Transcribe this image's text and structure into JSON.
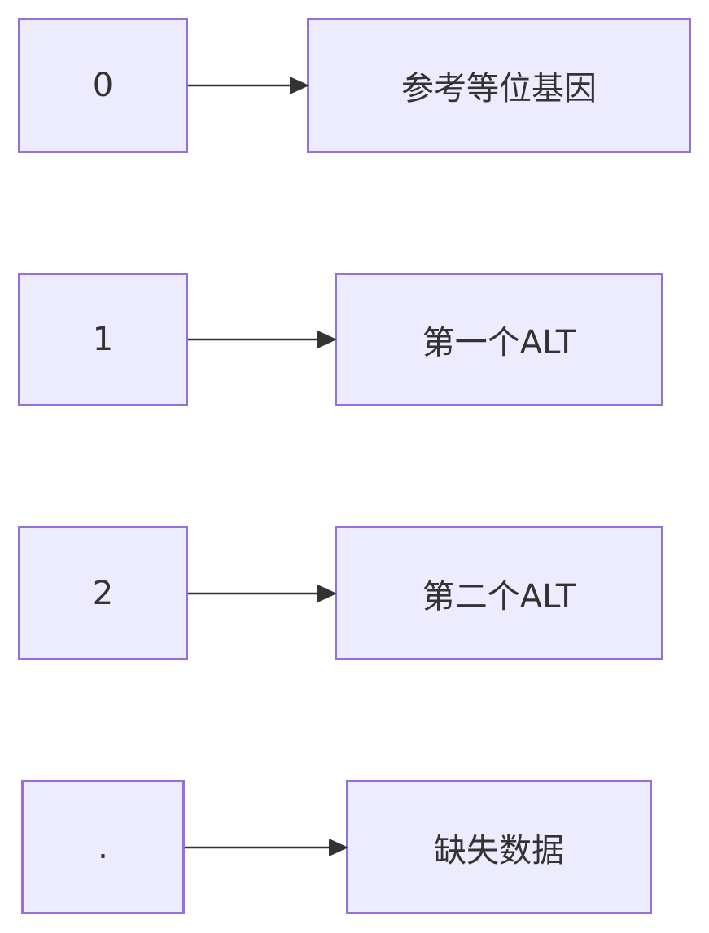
{
  "diagram": {
    "rows": [
      {
        "code": "0",
        "meaning": "参考等位基因"
      },
      {
        "code": "1",
        "meaning": "第一个ALT"
      },
      {
        "code": "2",
        "meaning": "第二个ALT"
      },
      {
        "code": ".",
        "meaning": "缺失数据"
      }
    ]
  },
  "colors": {
    "node_fill": "#ececfe",
    "node_border": "#9370db",
    "text": "#333333",
    "edge": "#333333"
  }
}
